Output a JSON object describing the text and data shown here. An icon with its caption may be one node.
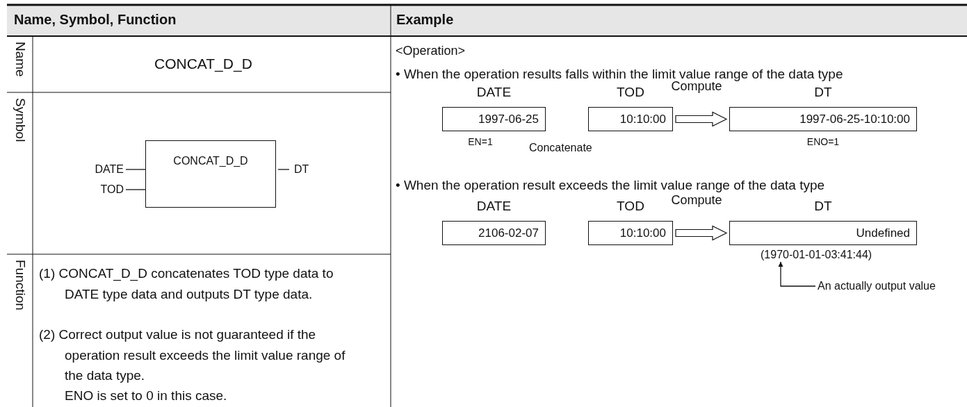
{
  "diagram": {
    "nodes": [
      {
        "text": [
          "DATE"
        ]
      },
      {
        "text": [
          "TOD"
        ]
      },
      {
        "text": [
          "CONCAT_D_D"
        ]
      },
      {
        "text": [
          "DT"
        ]
      },
      {
        "text": [
          "DATE",
          "1997-06-25"
        ],
        "beside": [
          "EN=1"
        ]
      },
      {
        "text": [
          "TOD",
          "10:10:00"
        ]
      },
      {
        "text": [
          "DT",
          "1997-06-25-10:10:00"
        ],
        "beside": [
          "ENO=1"
        ]
      },
      {
        "text": [
          "DATE",
          "2106-02-07"
        ]
      },
      {
        "text": [
          "TOD",
          "10:10:00"
        ]
      },
      {
        "text": [
          "DT",
          "Undefined"
        ]
      },
      {
        "text": [
          "(1970-01-01-03:41:44)"
        ]
      },
      {
        "text": [
          "An actually output value"
        ]
      }
    ],
    "edges": [
      {
        "from": 0,
        "to": 2,
        "arrow": "none"
      },
      {
        "from": 1,
        "to": 2,
        "arrow": "none"
      },
      {
        "from": 2,
        "to": 3,
        "arrow": "none"
      },
      {
        "from": 5,
        "to": 6,
        "arrow": "to",
        "label": "Compute"
      },
      {
        "from": 8,
        "to": 9,
        "arrow": "to",
        "label": "Compute"
      },
      {
        "from": 11,
        "to": 10,
        "arrow": "to"
      }
    ],
    "labels": [
      "Name, Symbol, Function",
      "Example",
      "Name",
      "CONCAT_D_D",
      "<Operation>",
      "• When the operation results falls within the limit value range of the data type",
      "Concatenate",
      "Symbol",
      "• When the operation result exceeds the limit value range of the data type",
      "Function",
      "(1) CONCAT_D_D concatenates TOD type data to DATE type data and outputs DT type data.",
      "(2) Correct output value is not guaranteed if the operation result exceeds the limit value range of the data type.",
      "ENO is set to 0 in this case."
    ]
  }
}
